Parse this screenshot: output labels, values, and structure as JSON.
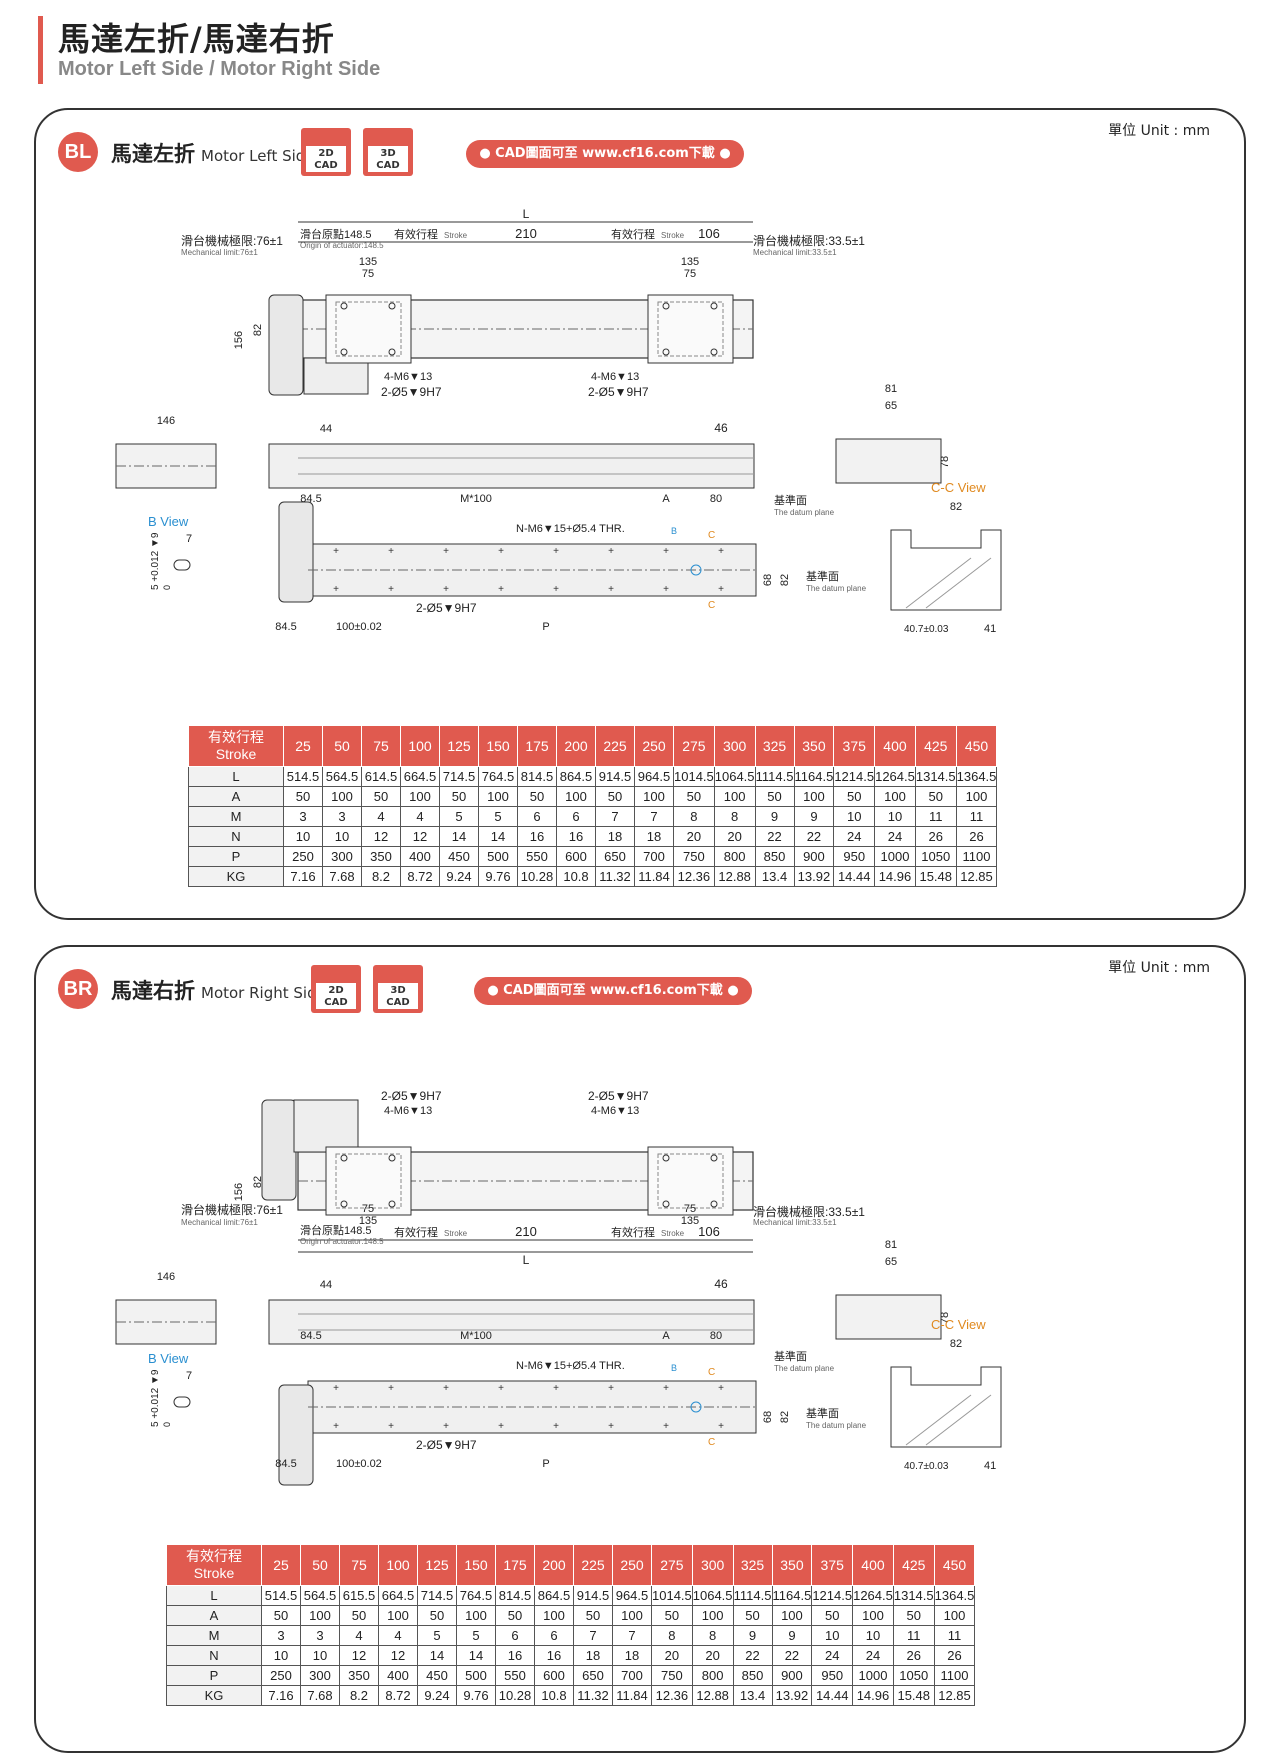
{
  "page": {
    "title": "馬達左折/馬達右折",
    "subtitle": "Motor Left Side / Motor Right Side"
  },
  "colors": {
    "accent": "#e05a4f",
    "cview": "#e08a20",
    "bview": "#2a8fd0"
  },
  "panels": [
    {
      "badge": "BL",
      "title_zh": "馬達左折",
      "title_en": "Motor Left Side",
      "unit": "單位 Unit : mm",
      "cad2d": "2D\nCAD",
      "cad3d": "3D\nCAD",
      "cad_link": "● CAD圖面可至 www.cf16.com下載 ●",
      "labels": {
        "L": "L",
        "mech_left_zh": "滑台機械極限:76±1",
        "mech_left_en": "Mechanical limit:76±1",
        "origin_zh": "滑台原點148.5",
        "origin_en": "Origin of actuator:148.5",
        "stroke_zh": "有效行程",
        "stroke_en": "Stroke",
        "d210": "210",
        "d106": "106",
        "mech_right_zh": "滑台機械極限:33.5±1",
        "mech_right_en": "Mechanical limit:33.5±1",
        "d135": "135",
        "d75": "75",
        "d82": "82",
        "d156": "156",
        "hole1": "4-M6▼13",
        "hole2": "2-Ø5▼9H7",
        "d146": "146",
        "d44": "44",
        "d46": "46",
        "d81": "81",
        "d65": "65",
        "d78": "78",
        "datum_zh": "基準面",
        "datum_en": "The datum plane",
        "d84_5": "84.5",
        "m100": "M*100",
        "A": "A",
        "d80": "80",
        "bview": "B View",
        "d7": "7",
        "tol5": "5 +0.012 ▼9",
        "tol0": "0",
        "nthr": "N-M6▼15+Ø5.4 THR.",
        "B": "B",
        "C": "C",
        "d68": "68",
        "cview": "C-C View",
        "d40_7": "40.7±0.03",
        "d41": "41",
        "d100": "100±0.02",
        "P": "P"
      },
      "table": {
        "header_zh": "有效行程",
        "header_en": "Stroke",
        "strokes": [
          "25",
          "50",
          "75",
          "100",
          "125",
          "150",
          "175",
          "200",
          "225",
          "250",
          "275",
          "300",
          "325",
          "350",
          "375",
          "400",
          "425",
          "450"
        ],
        "rows": [
          {
            "name": "L",
            "values": [
              "514.5",
              "564.5",
              "614.5",
              "664.5",
              "714.5",
              "764.5",
              "814.5",
              "864.5",
              "914.5",
              "964.5",
              "1014.5",
              "1064.5",
              "1114.5",
              "1164.5",
              "1214.5",
              "1264.5",
              "1314.5",
              "1364.5"
            ]
          },
          {
            "name": "A",
            "values": [
              "50",
              "100",
              "50",
              "100",
              "50",
              "100",
              "50",
              "100",
              "50",
              "100",
              "50",
              "100",
              "50",
              "100",
              "50",
              "100",
              "50",
              "100"
            ]
          },
          {
            "name": "M",
            "values": [
              "3",
              "3",
              "4",
              "4",
              "5",
              "5",
              "6",
              "6",
              "7",
              "7",
              "8",
              "8",
              "9",
              "9",
              "10",
              "10",
              "11",
              "11"
            ]
          },
          {
            "name": "N",
            "values": [
              "10",
              "10",
              "12",
              "12",
              "14",
              "14",
              "16",
              "16",
              "18",
              "18",
              "20",
              "20",
              "22",
              "22",
              "24",
              "24",
              "26",
              "26"
            ]
          },
          {
            "name": "P",
            "values": [
              "250",
              "300",
              "350",
              "400",
              "450",
              "500",
              "550",
              "600",
              "650",
              "700",
              "750",
              "800",
              "850",
              "900",
              "950",
              "1000",
              "1050",
              "1100"
            ]
          },
          {
            "name": "KG",
            "values": [
              "7.16",
              "7.68",
              "8.2",
              "8.72",
              "9.24",
              "9.76",
              "10.28",
              "10.8",
              "11.32",
              "11.84",
              "12.36",
              "12.88",
              "13.4",
              "13.92",
              "14.44",
              "14.96",
              "15.48",
              "12.85"
            ]
          }
        ]
      }
    },
    {
      "badge": "BR",
      "title_zh": "馬達右折",
      "title_en": "Motor Right Side",
      "unit": "單位 Unit : mm",
      "cad2d": "2D\nCAD",
      "cad3d": "3D\nCAD",
      "cad_link": "● CAD圖面可至 www.cf16.com下載 ●",
      "labels": {
        "L": "L",
        "mech_left_zh": "滑台機械極限:76±1",
        "mech_left_en": "Mechanical limit:76±1",
        "origin_zh": "滑台原點148.5",
        "origin_en": "Origin of actuator:148.5",
        "stroke_zh": "有效行程",
        "stroke_en": "Stroke",
        "d210": "210",
        "d106": "106",
        "mech_right_zh": "滑台機械極限:33.5±1",
        "mech_right_en": "Mechanical limit:33.5±1",
        "d135": "135",
        "d75": "75",
        "d82": "82",
        "d156": "156",
        "hole1": "4-M6▼13",
        "hole2": "2-Ø5▼9H7",
        "d146": "146",
        "d44": "44",
        "d46": "46",
        "d81": "81",
        "d65": "65",
        "d78": "78",
        "datum_zh": "基準面",
        "datum_en": "The datum plane",
        "d84_5": "84.5",
        "m100": "M*100",
        "A": "A",
        "d80": "80",
        "bview": "B View",
        "d7": "7",
        "tol5": "5 +0.012 ▼9",
        "tol0": "0",
        "nthr": "N-M6▼15+Ø5.4 THR.",
        "B": "B",
        "C": "C",
        "d68": "68",
        "cview": "C-C View",
        "d40_7": "40.7±0.03",
        "d41": "41",
        "d100": "100±0.02",
        "P": "P"
      },
      "table": {
        "header_zh": "有效行程",
        "header_en": "Stroke",
        "strokes": [
          "25",
          "50",
          "75",
          "100",
          "125",
          "150",
          "175",
          "200",
          "225",
          "250",
          "275",
          "300",
          "325",
          "350",
          "375",
          "400",
          "425",
          "450"
        ],
        "rows": [
          {
            "name": "L",
            "values": [
              "514.5",
              "564.5",
              "615.5",
              "664.5",
              "714.5",
              "764.5",
              "814.5",
              "864.5",
              "914.5",
              "964.5",
              "1014.5",
              "1064.5",
              "1114.5",
              "1164.5",
              "1214.5",
              "1264.5",
              "1314.5",
              "1364.5"
            ]
          },
          {
            "name": "A",
            "values": [
              "50",
              "100",
              "50",
              "100",
              "50",
              "100",
              "50",
              "100",
              "50",
              "100",
              "50",
              "100",
              "50",
              "100",
              "50",
              "100",
              "50",
              "100"
            ]
          },
          {
            "name": "M",
            "values": [
              "3",
              "3",
              "4",
              "4",
              "5",
              "5",
              "6",
              "6",
              "7",
              "7",
              "8",
              "8",
              "9",
              "9",
              "10",
              "10",
              "11",
              "11"
            ]
          },
          {
            "name": "N",
            "values": [
              "10",
              "10",
              "12",
              "12",
              "14",
              "14",
              "16",
              "16",
              "18",
              "18",
              "20",
              "20",
              "22",
              "22",
              "24",
              "24",
              "26",
              "26"
            ]
          },
          {
            "name": "P",
            "values": [
              "250",
              "300",
              "350",
              "400",
              "450",
              "500",
              "550",
              "600",
              "650",
              "700",
              "750",
              "800",
              "850",
              "900",
              "950",
              "1000",
              "1050",
              "1100"
            ]
          },
          {
            "name": "KG",
            "values": [
              "7.16",
              "7.68",
              "8.2",
              "8.72",
              "9.24",
              "9.76",
              "10.28",
              "10.8",
              "11.32",
              "11.84",
              "12.36",
              "12.88",
              "13.4",
              "13.92",
              "14.44",
              "14.96",
              "15.48",
              "12.85"
            ]
          }
        ]
      }
    }
  ]
}
